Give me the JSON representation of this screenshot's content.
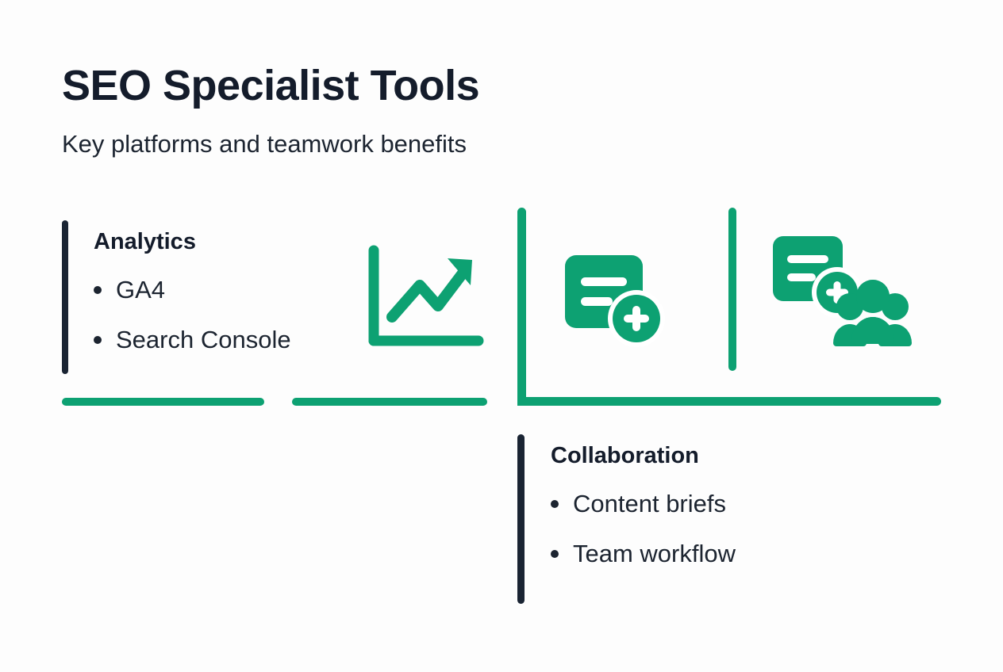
{
  "header": {
    "title": "SEO Specialist Tools",
    "subtitle": "Key platforms and teamwork benefits"
  },
  "colors": {
    "accent_green": "#0da172",
    "dark_navy": "#1a2433",
    "text_dark": "#1c2430",
    "background": "#fdfdfd"
  },
  "blocks": [
    {
      "heading": "Analytics",
      "bullets": [
        "GA4",
        "Search Console"
      ]
    },
    {
      "heading": "Collaboration",
      "bullets": [
        "Content briefs",
        "Team workflow"
      ]
    }
  ],
  "icons": [
    {
      "name": "trending-chart-icon",
      "label": "Growth line chart with axes"
    },
    {
      "name": "document-add-icon",
      "label": "Document with plus badge"
    },
    {
      "name": "document-add-group-icon",
      "label": "Document with plus badge and group of people"
    }
  ]
}
